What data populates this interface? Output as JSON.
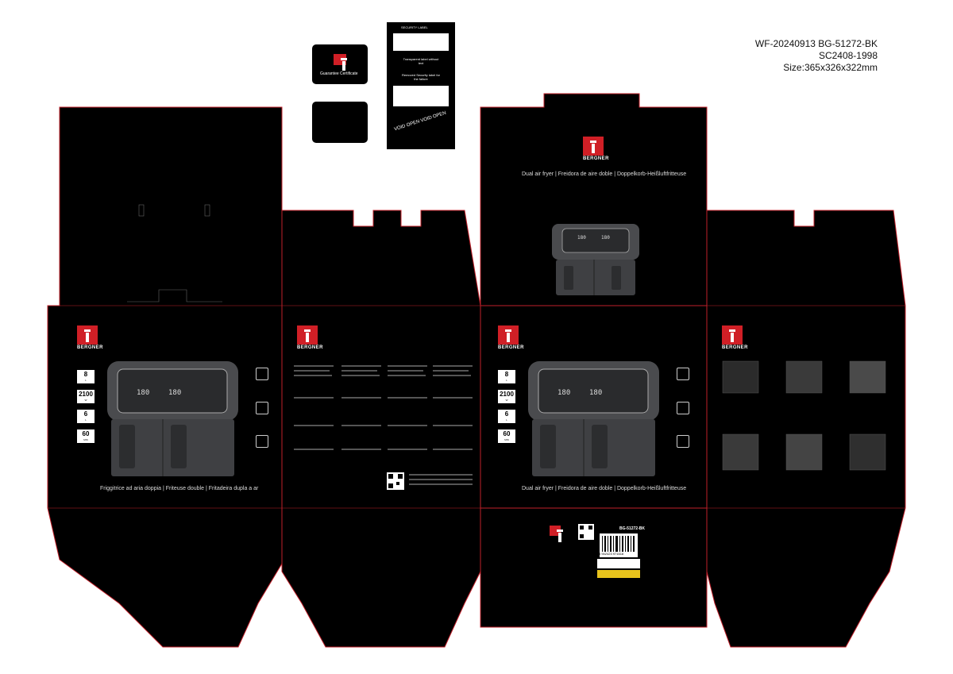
{
  "header": {
    "line1": "WF-20240913  BG-51272-BK",
    "line2": "SC2408-1998",
    "line3": "Size:365x326x322mm"
  },
  "brand": {
    "name": "BERGNER",
    "red": "#d01f26"
  },
  "guarantee_card": {
    "title": "Guarantee   Certificate"
  },
  "security_label": {
    "title": "SECURITY LABEL",
    "label1": "Transparent label without text",
    "label2": "Removed Security label for the failure",
    "void_text": "VOID OPEN VOID OPEN"
  },
  "panels": {
    "front_tagline": "Friggitrice ad aria doppia  |  Friteuse double  |  Fritadeira dupla a ar",
    "main_tagline": "Dual air fryer  |  Freidora de aire doble  |  Doppelkorb-Heißluftfritteuse",
    "top_tagline": "Dual air fryer  |  Freidora de aire doble  |  Doppelkorb-Heißluftfritteuse"
  },
  "specs": [
    {
      "value": "8",
      "unit": "L"
    },
    {
      "value": "2100",
      "unit": "W"
    },
    {
      "value": "6",
      "unit": "L"
    },
    {
      "value": "60",
      "unit": "MIN"
    }
  ],
  "display": {
    "left": "180",
    "right": "180"
  },
  "bottom": {
    "sku": "BG-51272-BK",
    "barcode": "8 942423 971618"
  },
  "colors": {
    "box_black": "#000000",
    "cut_line": "#c0202a",
    "fryer_grey": "#4a4b4e"
  }
}
